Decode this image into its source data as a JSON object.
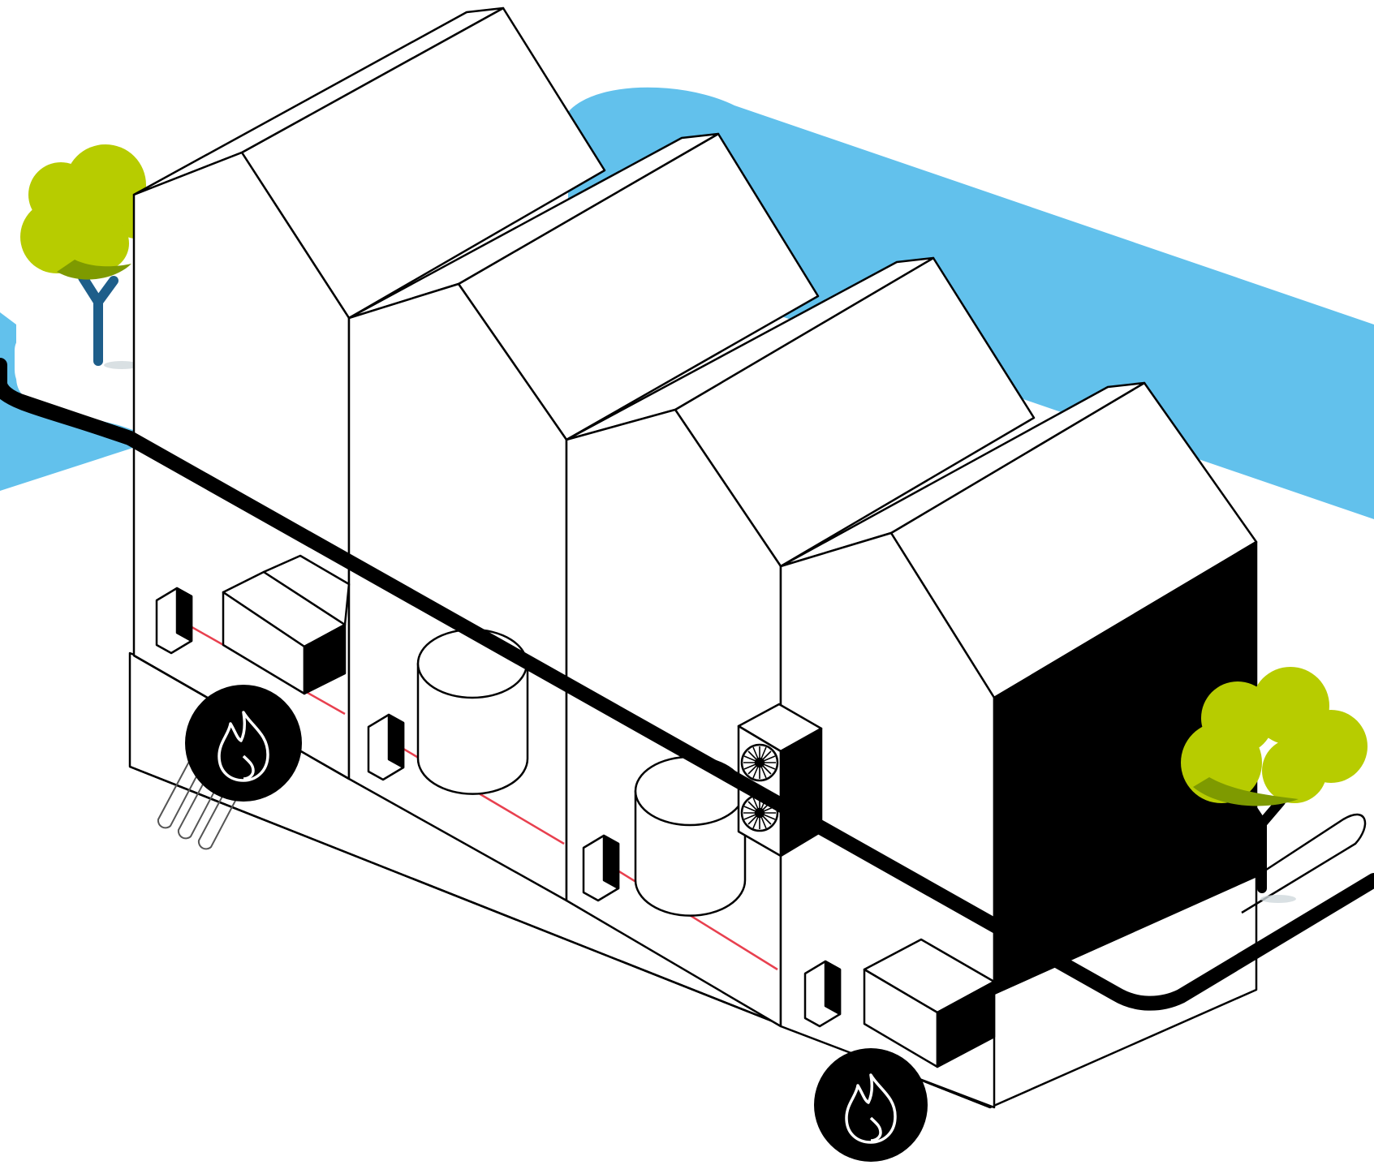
{
  "colors": {
    "background": "#ffffff",
    "road": "#62c1ec",
    "outline": "#000000",
    "pipe": "#000000",
    "heating_loop": "#e8404f",
    "tree_foliage": "#b7cc00",
    "tree_shadow": "#7e9a00",
    "tree_trunk": "#1e5e8a"
  },
  "icons": {
    "flame": "flame-icon",
    "fan": "fan-icon",
    "tree": "tree-icon"
  },
  "counts": {
    "houses": 4,
    "fire_badges": 2,
    "trees": 2,
    "storage_tanks": 2,
    "heat_pump_fans": 2
  }
}
